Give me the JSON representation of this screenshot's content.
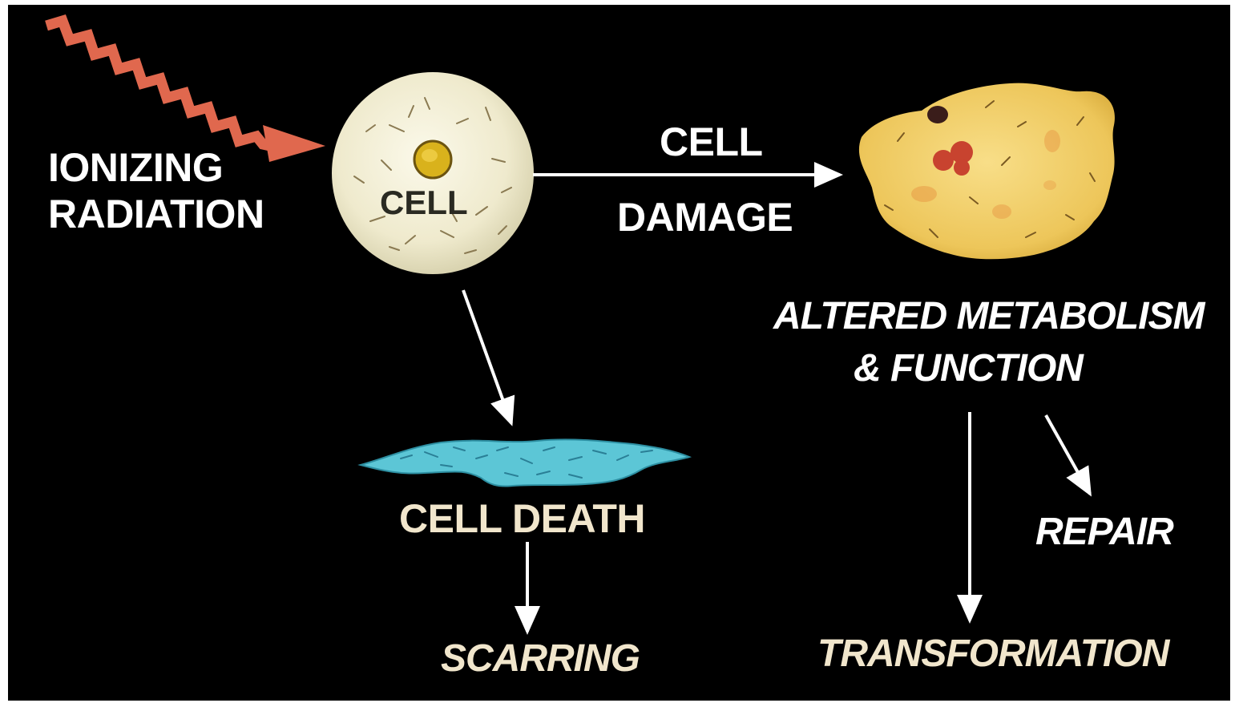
{
  "labels": {
    "ionizing_radiation_line1": "IONIZING",
    "ionizing_radiation_line2": "RADIATION",
    "cell": "CELL",
    "cell_damage_line1": "CELL",
    "cell_damage_line2": "DAMAGE",
    "altered_line1": "ALTERED METABOLISM",
    "altered_line2": "& FUNCTION",
    "cell_death": "CELL DEATH",
    "scarring": "SCARRING",
    "repair": "REPAIR",
    "transformation": "TRANSFORMATION"
  },
  "colors": {
    "background": "#000000",
    "radiation_arrow": "#e0684e",
    "healthy_cell": "#f2efd8",
    "nucleus": "#d9b21c",
    "damaged_cell": "#f1d26a",
    "damaged_spots": "#c8432f",
    "dead_cell": "#5cc6d6",
    "arrows": "#ffffff"
  }
}
